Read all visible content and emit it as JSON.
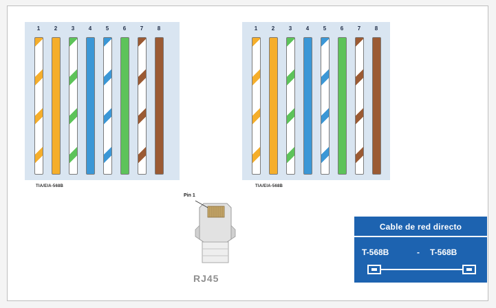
{
  "diagram": {
    "pin_numbers": [
      "1",
      "2",
      "3",
      "4",
      "5",
      "6",
      "7",
      "8"
    ],
    "wire_colors": {
      "orange": "#f5ae2b",
      "green": "#5dc35a",
      "blue": "#3b97d6",
      "brown": "#9b5a33",
      "stripe_white": "#ffffff",
      "panel": "#d9e5f1"
    },
    "left_connector": {
      "standard_label": "TIA/EIA-568B",
      "wires": [
        "white-orange",
        "orange",
        "white-green",
        "blue",
        "white-blue",
        "green",
        "white-brown",
        "brown"
      ]
    },
    "right_connector": {
      "standard_label": "TIA/EIA-568B",
      "wires": [
        "white-orange",
        "orange",
        "white-green",
        "blue",
        "white-blue",
        "green",
        "white-brown",
        "brown"
      ]
    },
    "rj45": {
      "pin_label": "Pin 1",
      "name": "RJ45"
    },
    "cable_box": {
      "title": "Cable de red directo",
      "left_standard": "T-568B",
      "separator": "-",
      "right_standard": "T-568B",
      "color": "#1d63b0"
    }
  }
}
